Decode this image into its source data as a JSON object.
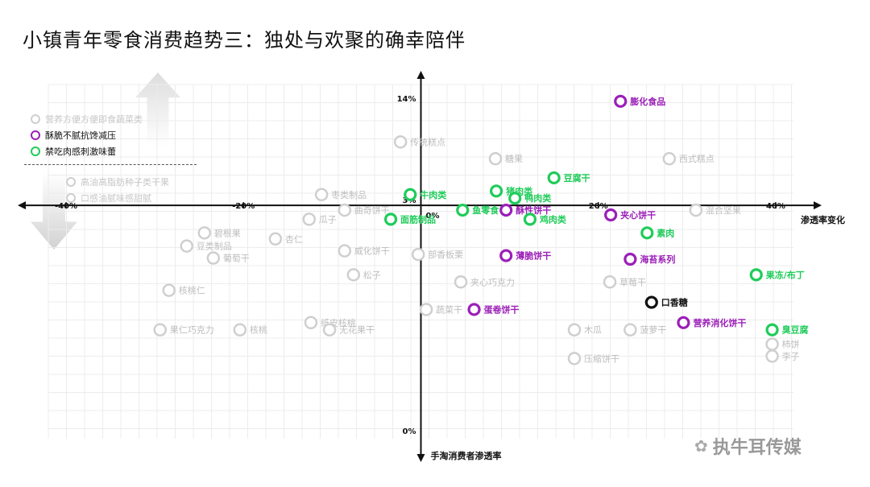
{
  "page": {
    "title": "小镇青年零食消费趋势三：独处与欢聚的确幸陪伴",
    "watermark": "执牛耳传媒"
  },
  "legend": {
    "upper": [
      {
        "label": "营养方便方便即食蔬菜类",
        "color": "#cfcfcf",
        "text_color": "#c7c7c7"
      },
      {
        "label": "酥脆不腻抗馋减压",
        "color": "#9b1fb8",
        "text_color": "#111111"
      },
      {
        "label": "禁吃肉感刺激味蕾",
        "color": "#1fcc5a",
        "text_color": "#111111"
      }
    ],
    "lower": [
      {
        "label": "高油高脂肪种子类干果",
        "color": "#cfcfcf",
        "text_color": "#c7c7c7"
      },
      {
        "label": "口感油腻味感甜腻",
        "color": "#cfcfcf",
        "text_color": "#c7c7c7"
      }
    ]
  },
  "colors": {
    "grey": "#cfcfcf",
    "grey_text": "#bdbdbd",
    "purple": "#9b1fb8",
    "green": "#1fcc5a",
    "black": "#111111"
  },
  "chart_data": {
    "type": "scatter",
    "title": "小镇青年零食消费趋势三：独处与欢聚的确幸陪伴",
    "xlabel": "渗透率变化",
    "ylabel": "手淘消费者渗透率",
    "xlim": [
      -42,
      42
    ],
    "ylim": [
      0,
      14.8
    ],
    "x_origin_value": 0,
    "y_origin_value": 9.75,
    "x_ticks": [
      {
        "value": -40,
        "label": "-40%"
      },
      {
        "value": -20,
        "label": "-20%"
      },
      {
        "value": 20,
        "label": "20%"
      },
      {
        "value": 40,
        "label": "40%"
      }
    ],
    "y_ticks": [
      {
        "value": 14,
        "label": "14%"
      },
      {
        "value": 9.75,
        "label": "3%"
      },
      {
        "value": 0.1,
        "label": "0%"
      }
    ],
    "origin_label": "0%",
    "grid": true,
    "points": [
      {
        "label": "膨化食品",
        "x": 22.5,
        "y": 14.1,
        "group": "purple"
      },
      {
        "label": "传统糕点",
        "x": -2.3,
        "y": 12.4,
        "group": "grey"
      },
      {
        "label": "糖果",
        "x": 8.4,
        "y": 11.7,
        "group": "grey"
      },
      {
        "label": "西式糕点",
        "x": 28.0,
        "y": 11.7,
        "group": "grey"
      },
      {
        "label": "豆腐干",
        "x": 15.0,
        "y": 10.9,
        "group": "green"
      },
      {
        "label": "猪肉类",
        "x": 8.5,
        "y": 10.35,
        "group": "green"
      },
      {
        "label": "牛肉类",
        "x": -1.2,
        "y": 10.2,
        "group": "green"
      },
      {
        "label": "枣类制品",
        "x": -11.2,
        "y": 10.2,
        "group": "grey"
      },
      {
        "label": "鸭肉类",
        "x": 10.6,
        "y": 10.05,
        "group": "green"
      },
      {
        "label": "鱼零食",
        "x": 4.7,
        "y": 9.55,
        "group": "green"
      },
      {
        "label": "曲奇饼干",
        "x": -8.6,
        "y": 9.55,
        "group": "grey"
      },
      {
        "label": "酥性饼干",
        "x": 9.6,
        "y": 9.55,
        "group": "purple"
      },
      {
        "label": "混合坚果",
        "x": 31.0,
        "y": 9.55,
        "group": "grey"
      },
      {
        "label": "夹心饼干",
        "x": 21.4,
        "y": 9.35,
        "group": "purple"
      },
      {
        "label": "瓜子",
        "x": -12.6,
        "y": 9.17,
        "group": "grey"
      },
      {
        "label": "面筋制品",
        "x": -3.4,
        "y": 9.17,
        "group": "green"
      },
      {
        "label": "鸡肉类",
        "x": 12.3,
        "y": 9.17,
        "group": "green"
      },
      {
        "label": "碧根果",
        "x": -24.4,
        "y": 8.6,
        "group": "grey"
      },
      {
        "label": "素肉",
        "x": 25.5,
        "y": 8.6,
        "group": "green"
      },
      {
        "label": "杏仁",
        "x": -16.4,
        "y": 8.35,
        "group": "grey"
      },
      {
        "label": "豆类制品",
        "x": -26.4,
        "y": 8.05,
        "group": "grey"
      },
      {
        "label": "威化饼干",
        "x": -8.6,
        "y": 7.85,
        "group": "grey"
      },
      {
        "label": "部香板栗",
        "x": -0.3,
        "y": 7.7,
        "group": "grey"
      },
      {
        "label": "薄脆饼干",
        "x": 9.6,
        "y": 7.65,
        "group": "purple"
      },
      {
        "label": "葡萄干",
        "x": -23.4,
        "y": 7.55,
        "group": "grey"
      },
      {
        "label": "海苔系列",
        "x": 23.6,
        "y": 7.5,
        "group": "purple"
      },
      {
        "label": "松子",
        "x": -7.6,
        "y": 6.85,
        "group": "grey"
      },
      {
        "label": "果冻/布丁",
        "x": 37.8,
        "y": 6.85,
        "group": "green"
      },
      {
        "label": "夹心巧克力",
        "x": 4.5,
        "y": 6.55,
        "group": "grey"
      },
      {
        "label": "草莓干",
        "x": 21.3,
        "y": 6.55,
        "group": "grey"
      },
      {
        "label": "核桃仁",
        "x": -28.4,
        "y": 6.2,
        "group": "grey"
      },
      {
        "label": "口香糖",
        "x": 26.0,
        "y": 5.7,
        "group": "black"
      },
      {
        "label": "蔬菜干",
        "x": 0.6,
        "y": 5.4,
        "group": "grey"
      },
      {
        "label": "蛋卷饼干",
        "x": 6.0,
        "y": 5.4,
        "group": "purple"
      },
      {
        "label": "木瓜",
        "x": 17.3,
        "y": 4.55,
        "group": "grey"
      },
      {
        "label": "营养消化饼干",
        "x": 29.6,
        "y": 4.85,
        "group": "purple"
      },
      {
        "label": "臭豆腐",
        "x": 39.6,
        "y": 4.55,
        "group": "green"
      },
      {
        "label": "果仁巧克力",
        "x": -29.4,
        "y": 4.55,
        "group": "grey"
      },
      {
        "label": "核桃",
        "x": -20.4,
        "y": 4.55,
        "group": "grey"
      },
      {
        "label": "纸皮核桃",
        "x": -12.4,
        "y": 4.85,
        "group": "grey"
      },
      {
        "label": "无花果干",
        "x": -10.3,
        "y": 4.55,
        "group": "grey"
      },
      {
        "label": "菠萝干",
        "x": 23.6,
        "y": 4.55,
        "group": "grey"
      },
      {
        "label": "柿饼",
        "x": 39.6,
        "y": 3.95,
        "group": "grey"
      },
      {
        "label": "李子",
        "x": 39.6,
        "y": 3.45,
        "group": "grey"
      },
      {
        "label": "压缩饼干",
        "x": 17.3,
        "y": 3.35,
        "group": "grey"
      }
    ]
  }
}
